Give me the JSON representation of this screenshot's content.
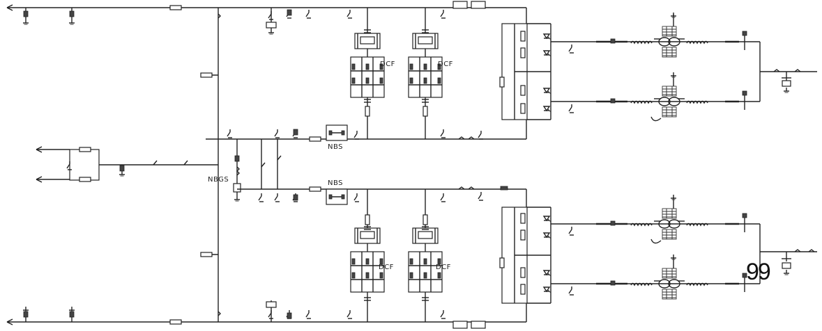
{
  "labels": {
    "dcf": "DCF",
    "nbs": "NBS",
    "nbgs": "NBGS"
  },
  "page_number": "99"
}
